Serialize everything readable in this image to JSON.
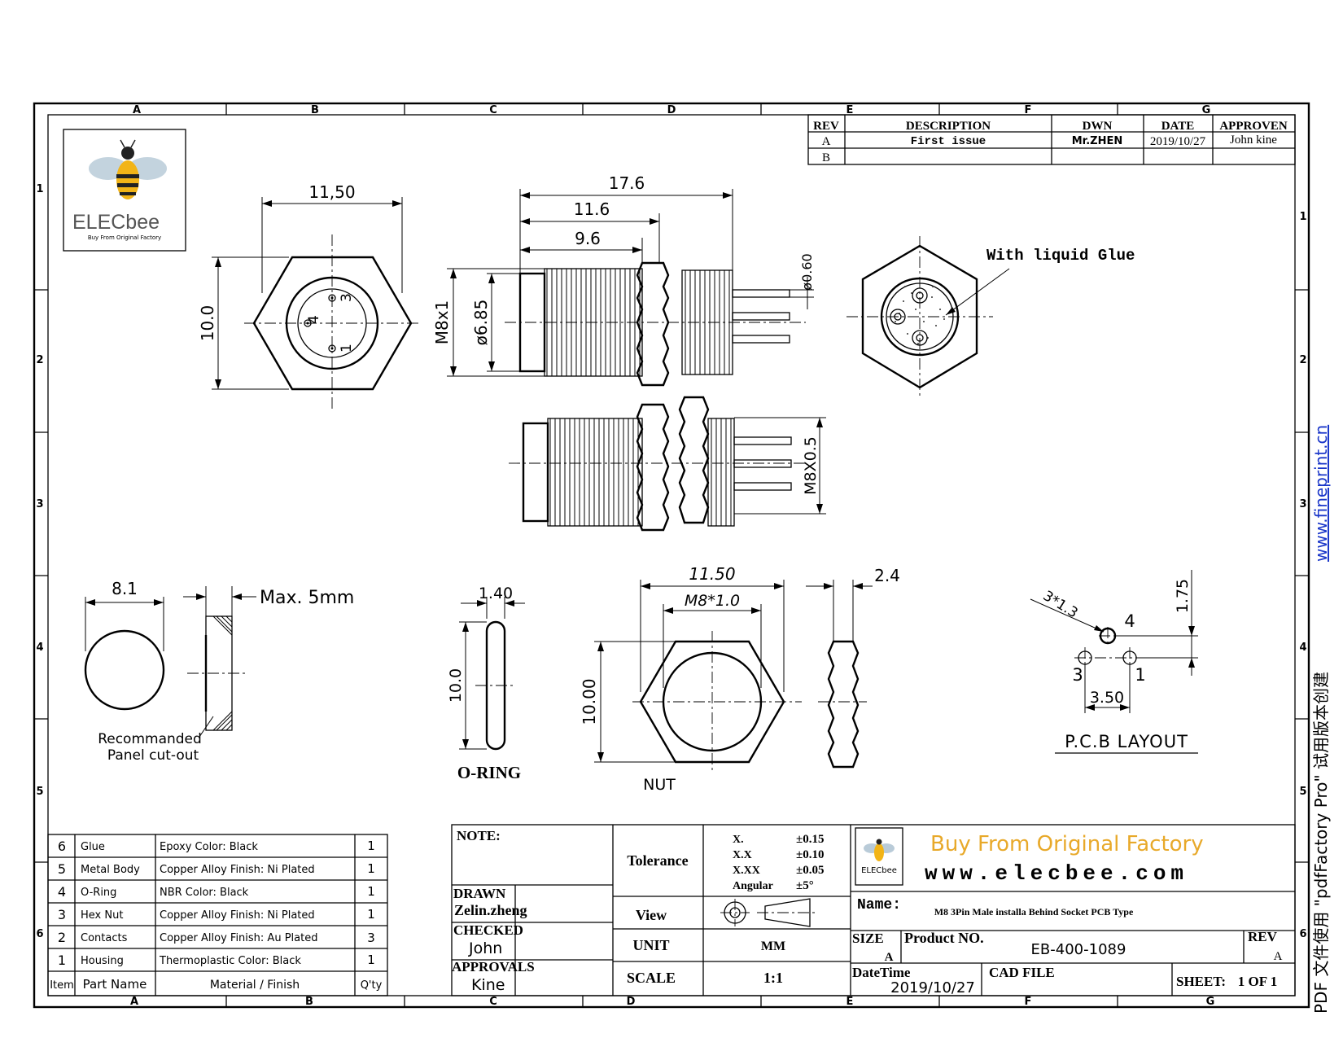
{
  "frame": {
    "col_labels": [
      "A",
      "B",
      "C",
      "D",
      "E",
      "F",
      "G"
    ],
    "row_labels": [
      "1",
      "2",
      "3",
      "4",
      "5",
      "6"
    ]
  },
  "revision_table": {
    "headers": [
      "REV",
      "DESCRIPTION",
      "DWN",
      "DATE",
      "APPROVEN"
    ],
    "rows": [
      [
        "A",
        "First issue",
        "Mr.ZHEN",
        "2019/10/27",
        "John kine"
      ],
      [
        "B",
        "",
        "",
        "",
        ""
      ]
    ]
  },
  "logo": {
    "brand": "ELECbee",
    "tagline": "Buy From Original Factory"
  },
  "dimensions": {
    "front_width": "11,50",
    "front_height": "10.0",
    "pin_labels": [
      "3",
      "4",
      "1"
    ],
    "side_total": "17.6",
    "side_mid": "11.6",
    "side_short": "9.6",
    "thread": "M8x1",
    "body_dia": "ø6.85",
    "pin_dia": "ø0.60",
    "side2_thread": "M8X0.5",
    "glue_note": "With liquid Glue"
  },
  "panel": {
    "dia": "8.1",
    "max": "Max. 5mm",
    "caption_1": "Recommanded",
    "caption_2": "Panel cut-out"
  },
  "oring": {
    "width": "1.40",
    "height": "10.0",
    "caption": "O-RING"
  },
  "nut": {
    "width": "11.50",
    "thread": "M8*1.0",
    "height": "10.00",
    "thickness": "2.4",
    "caption": "NUT"
  },
  "pcb": {
    "holes": "3*1.3",
    "offset": "1.75",
    "pitch": "3.50",
    "pin_labels": [
      "4",
      "3",
      "1"
    ],
    "caption": "P.C.B  LAYOUT"
  },
  "bom": {
    "headers": [
      "Item",
      "Part Name",
      "Material / Finish",
      "Q'ty"
    ],
    "rows": [
      [
        "6",
        "Glue",
        "Epoxy Color: Black",
        "1"
      ],
      [
        "5",
        "Metal Body",
        "Copper Alloy Finish: Ni Plated",
        "1"
      ],
      [
        "4",
        "O-Ring",
        "NBR Color: Black",
        "1"
      ],
      [
        "3",
        "Hex Nut",
        "Copper Alloy Finish: Ni Plated",
        "1"
      ],
      [
        "2",
        "Contacts",
        "Copper Alloy Finish: Au Plated",
        "3"
      ],
      [
        "1",
        "Housing",
        "Thermoplastic Color: Black",
        "1"
      ]
    ]
  },
  "title_block": {
    "note_label": "NOTE:",
    "drawn_label": "DRAWN",
    "drawn": "Zelin.zheng",
    "checked_label": "CHECKED",
    "checked": "John",
    "approvals_label": "APPROVALS",
    "approvals": "Kine",
    "tolerance_label": "Tolerance",
    "tolerances": [
      [
        "X.",
        "±0.15"
      ],
      [
        "X.X",
        "±0.10"
      ],
      [
        "X.XX",
        "±0.05"
      ],
      [
        "Angular",
        "±5°"
      ]
    ],
    "view_label": "View",
    "unit_label": "UNIT",
    "unit": "MM",
    "scale_label": "SCALE",
    "scale": "1:1",
    "slogan": "Buy From Original  Factory",
    "website": "www.elecbee.com",
    "name_label": "Name:",
    "name": "M8 3Pin Male installa Behind Socket PCB Type",
    "size_label": "SIZE",
    "size": "A",
    "product_label": "Product NO.",
    "product": "EB-400-1089",
    "rev_label": "REV",
    "rev": "A",
    "datetime_label": "DateTime",
    "datetime": "2019/10/27",
    "cad_label": "CAD FILE",
    "sheet_label": "SHEET:",
    "sheet": "1 OF 1"
  },
  "watermark": {
    "text_cn": "PDF 文件使用 \"pdfFactory Pro\" 试用版本创建",
    "url": "www.fineprint.cn"
  }
}
